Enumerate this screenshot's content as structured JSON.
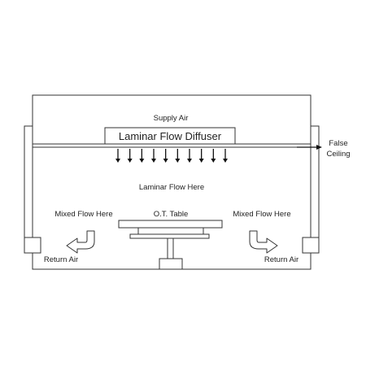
{
  "labels": {
    "supply_air": "Supply Air",
    "diffuser": "Laminar Flow Diffuser",
    "false_ceiling_line1": "False",
    "false_ceiling_line2": "Ceiling",
    "laminar_flow": "Laminar Flow Here",
    "mixed_flow_left": "Mixed Flow Here",
    "mixed_flow_right": "Mixed Flow Here",
    "ot_table": "O.T. Table",
    "return_air_left": "Return Air",
    "return_air_right": "Return Air"
  },
  "colors": {
    "line": "#333333",
    "text": "#222222",
    "background": "#ffffff"
  },
  "diffuser_arrow_count": 10,
  "icons": {
    "return_left": "curved-arrow-down-left-icon",
    "return_right": "curved-arrow-down-right-icon",
    "false_ceiling_pointer": "arrow-right-icon"
  }
}
